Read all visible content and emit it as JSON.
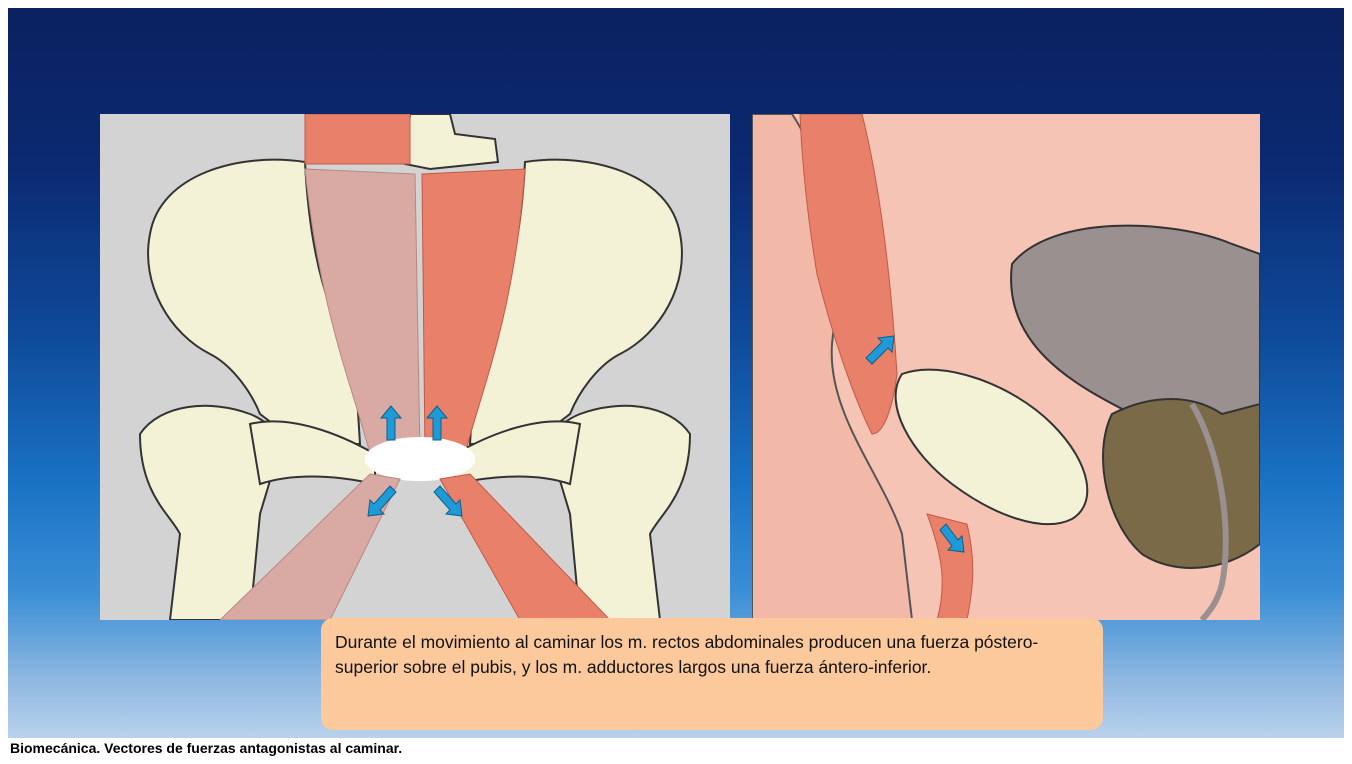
{
  "slide": {
    "caption": "Durante  el movimiento  al caminar los m. rectos abdominales  producen una  fuerza póstero-superior  sobre el pubis,  y los m.  adductores  largos una  fuerza ántero-inferior.",
    "footer": "Biomecánica. Vectores de fuerzas antagonistas al caminar."
  },
  "colors": {
    "bone": "#f4f2d6",
    "muscle": "#e8806a",
    "muscle_faded": "#d9aaa3",
    "arrow": "#1e9bd7",
    "caption_bg": "#fbc99b",
    "right_panel_bg": "#f6c4b5",
    "bladder": "#9a9090",
    "prostate": "#7a6a48"
  },
  "figures": {
    "left": "pelvis-front-view-illustration",
    "right": "pelvis-sagittal-view-illustration"
  }
}
